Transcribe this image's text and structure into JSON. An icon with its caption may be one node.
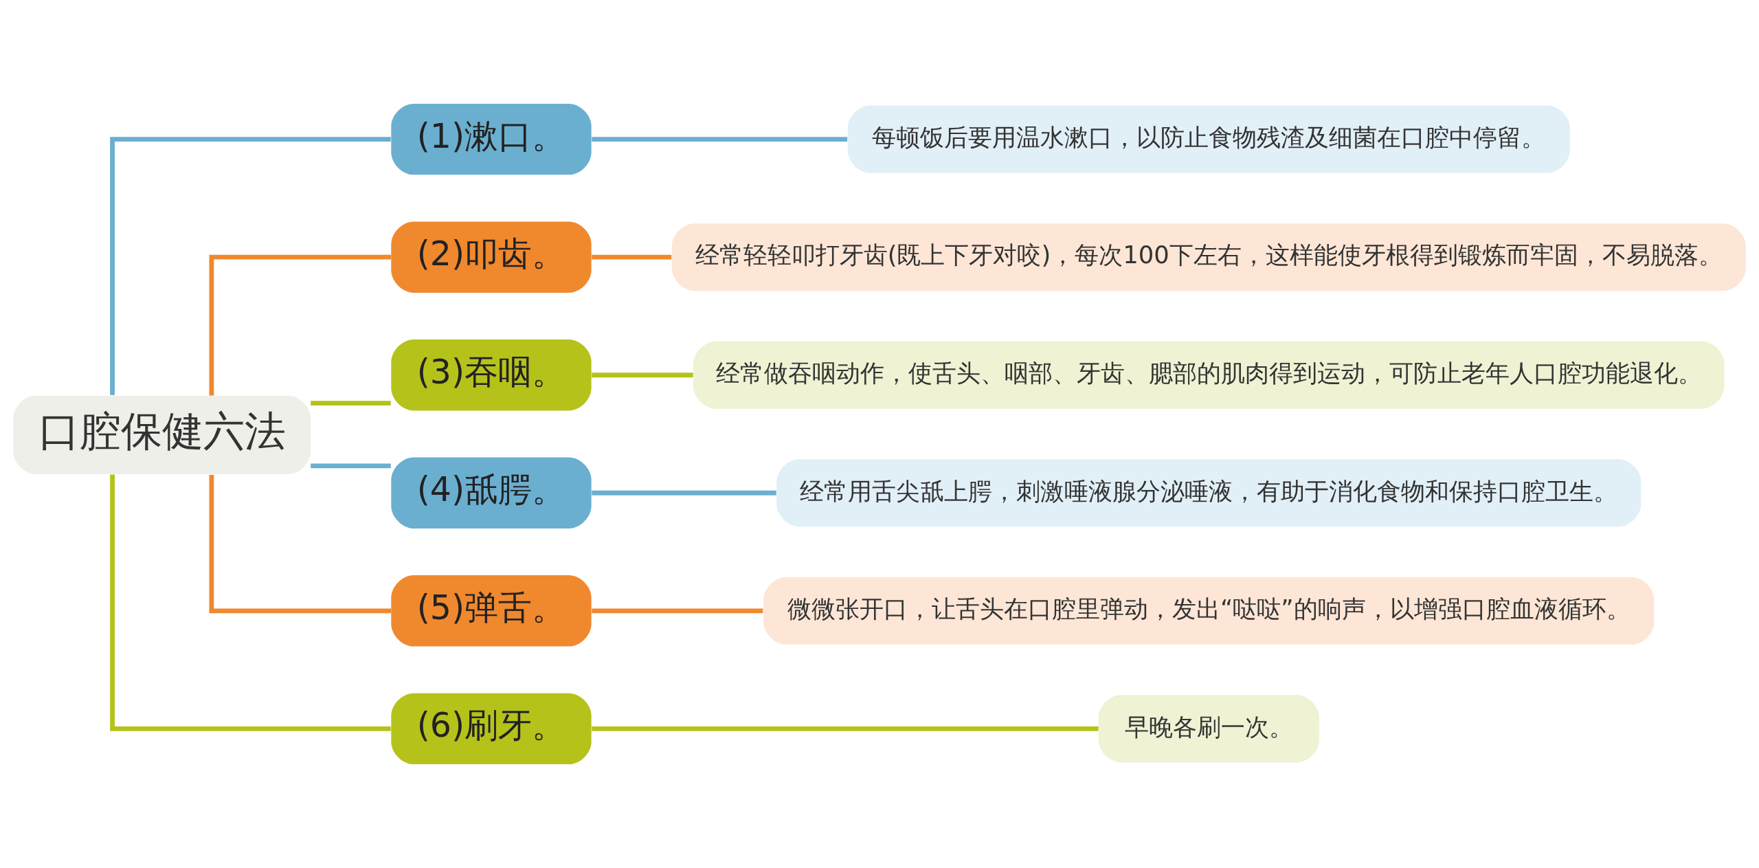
{
  "diagram": {
    "nodes": [
      {
        "text": [
          "口腔保健六法"
        ]
      },
      {
        "text": [
          "(1)漱口。"
        ]
      },
      {
        "text": [
          "(2)叩齿。"
        ]
      },
      {
        "text": [
          "(3)吞咽。"
        ]
      },
      {
        "text": [
          "(4)舐腭。"
        ]
      },
      {
        "text": [
          "(5)弹舌。"
        ]
      },
      {
        "text": [
          "(6)刷牙。"
        ]
      },
      {
        "text": [
          "每顿饭后要用温水漱口，以防止食物残渣及细菌在口腔中停留。"
        ]
      },
      {
        "text": [
          "经常轻轻叩打牙齿(既上下牙对咬)，每次100下左右，这样能使牙根得到锻炼而牢固，不易脱落。"
        ]
      },
      {
        "text": [
          "经常做吞咽动作，使舌头、咽部、牙齿、腮部的肌肉得到运动，可防止老年人口腔功能退化。"
        ]
      },
      {
        "text": [
          "经常用舌尖舐上腭，刺激唾液腺分泌唾液，有助于消化食物和保持口腔卫生。"
        ]
      },
      {
        "text": [
          "微微张开口，让舌头在口腔里弹动，发出“哒哒”的响声，以增强口腔血液循环。"
        ]
      },
      {
        "text": [
          "早晚各刷一次。"
        ]
      }
    ],
    "edges": [
      {
        "from": 0,
        "to": 1,
        "arrow": "none",
        "color": "#6aafd0"
      },
      {
        "from": 0,
        "to": 2,
        "arrow": "none",
        "color": "#f0882e"
      },
      {
        "from": 0,
        "to": 3,
        "arrow": "none",
        "color": "#b5c21a"
      },
      {
        "from": 0,
        "to": 4,
        "arrow": "none",
        "color": "#6aafd0"
      },
      {
        "from": 0,
        "to": 5,
        "arrow": "none",
        "color": "#f0882e"
      },
      {
        "from": 0,
        "to": 6,
        "arrow": "none",
        "color": "#b5c21a"
      },
      {
        "from": 1,
        "to": 7,
        "arrow": "none",
        "color": "#6aafd0"
      },
      {
        "from": 2,
        "to": 8,
        "arrow": "none",
        "color": "#f0882e"
      },
      {
        "from": 3,
        "to": 9,
        "arrow": "none",
        "color": "#b5c21a"
      },
      {
        "from": 4,
        "to": 10,
        "arrow": "none",
        "color": "#6aafd0"
      },
      {
        "from": 5,
        "to": 11,
        "arrow": "none",
        "color": "#f0882e"
      },
      {
        "from": 6,
        "to": 12,
        "arrow": "none",
        "color": "#b5c21a"
      }
    ]
  }
}
